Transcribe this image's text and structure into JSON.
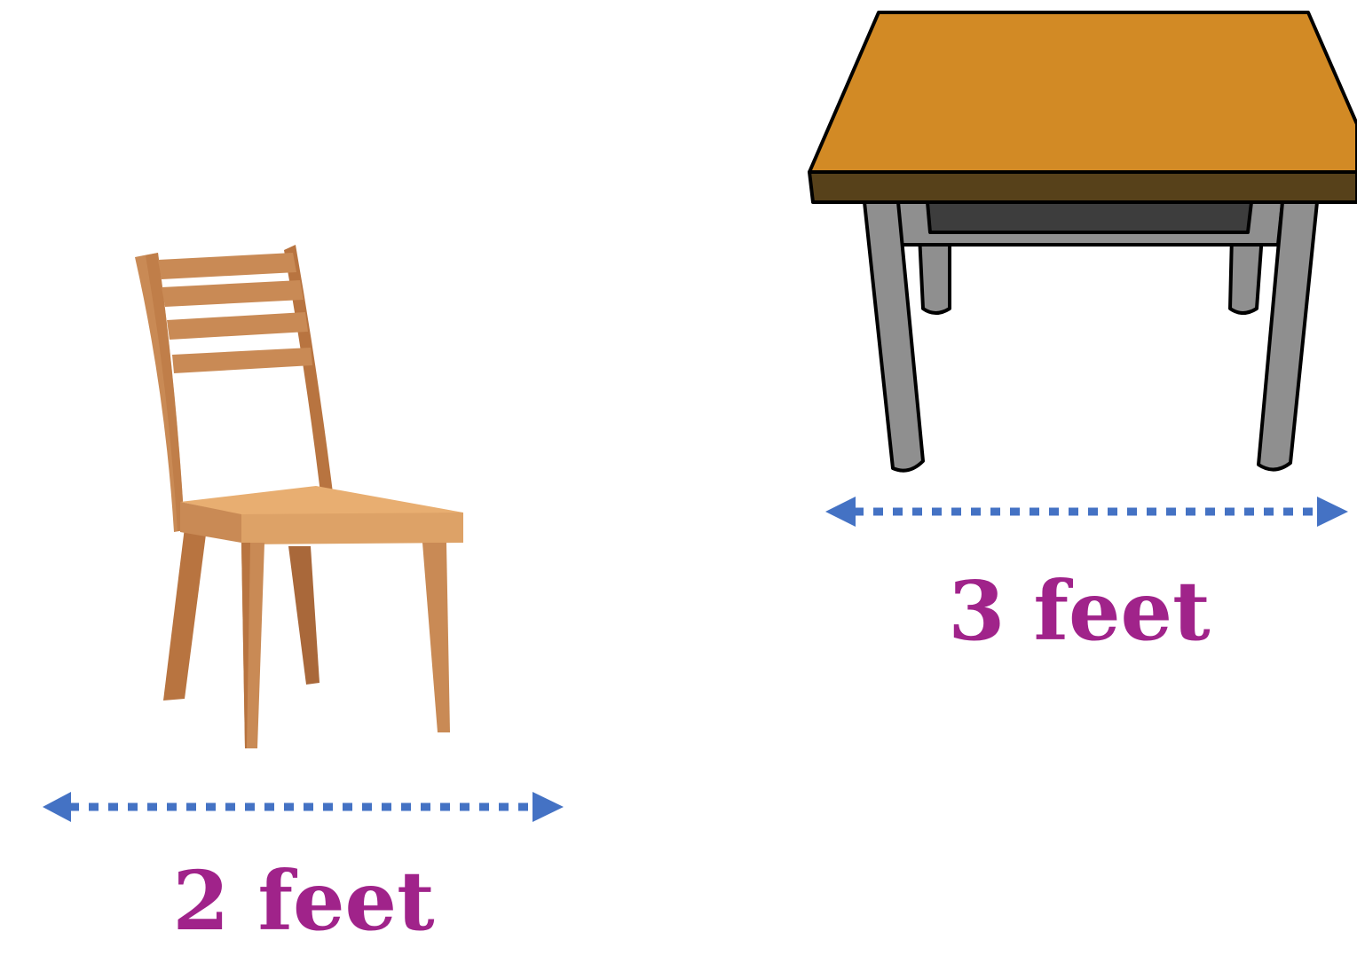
{
  "objects": [
    {
      "name": "chair",
      "width_label": "2 feet"
    },
    {
      "name": "table",
      "width_label": "3 feet"
    }
  ],
  "colors": {
    "label": "#A0238A",
    "arrow": "#4472C4",
    "chair_wood": "#C98A55",
    "chair_seat": "#E5A96B",
    "table_top": "#D28A25",
    "table_edge": "#57411A",
    "table_legs": "#8F8F8F",
    "table_drawer": "#3D3D3D"
  }
}
